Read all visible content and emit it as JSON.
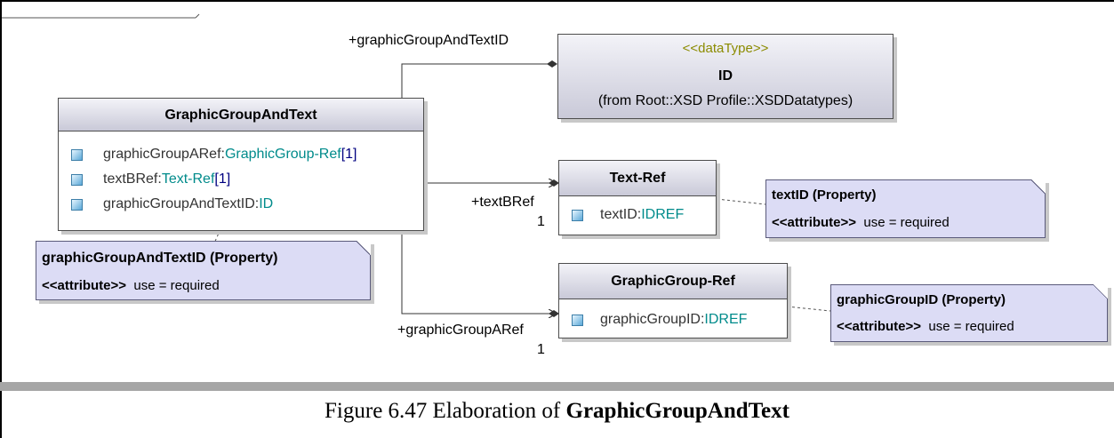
{
  "classes": {
    "main": {
      "name": "GraphicGroupAndText",
      "attributes": [
        {
          "name": "graphicGroupARef:",
          "type": "GraphicGroup-Ref",
          "mult": "[1]"
        },
        {
          "name": "textBRef:",
          "type": "Text-Ref",
          "mult": "[1]"
        },
        {
          "name": "graphicGroupAndTextID:",
          "type": "ID",
          "mult": ""
        }
      ]
    },
    "id": {
      "stereotype": "<<dataType>>",
      "name": "ID",
      "origin": "(from Root::XSD Profile::XSDDatatypes)"
    },
    "text_ref": {
      "name": "Text-Ref",
      "attributes": [
        {
          "name": "textID:",
          "type": "IDREF"
        }
      ]
    },
    "graphic_group_ref": {
      "name": "GraphicGroup-Ref",
      "attributes": [
        {
          "name": "graphicGroupID:",
          "type": "IDREF"
        }
      ]
    }
  },
  "notes": {
    "main": {
      "title": "graphicGroupAndTextID (Property)",
      "stereotype": "<<attribute>>",
      "detail": "use = required"
    },
    "text": {
      "title": "textID (Property)",
      "stereotype": "<<attribute>>",
      "detail": "use = required"
    },
    "graphic": {
      "title": "graphicGroupID (Property)",
      "stereotype": "<<attribute>>",
      "detail": "use = required"
    }
  },
  "roles": {
    "id_role": "+graphicGroupAndTextID",
    "text_role": "+textBRef",
    "text_mult": "1",
    "graphic_role": "+graphicGroupARef",
    "graphic_mult": "1"
  },
  "caption": {
    "prefix": "Figure 6.47 Elaboration of ",
    "bold": "GraphicGroupAndText"
  },
  "colors": {
    "type_text": "#008b8b",
    "multiplicity": "#000080",
    "stereotype_olive": "#8b8b00",
    "note_fill": "#dcdcf5",
    "class_header": "#c9c9d8"
  }
}
